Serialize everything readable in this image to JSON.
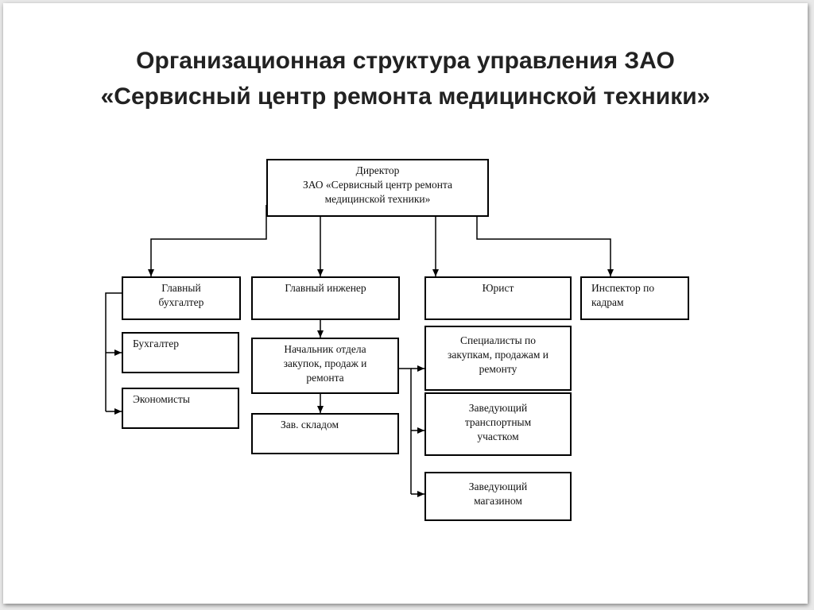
{
  "slide": {
    "title_line1": "Организационная структура управления ЗАО",
    "title_line2": "«Сервисный центр ремонта медицинской техники»"
  },
  "chart": {
    "director": "Директор\nЗАО «Сервисный центр ремонта\nмедицинской техники»",
    "chief_accountant": "Главный\nбухгалтер",
    "chief_engineer": "Главный инженер",
    "lawyer": "Юрист",
    "hr_inspector": "Инспектор по\nкадрам",
    "accountant": "Бухгалтер",
    "economists": "Экономисты",
    "procurement_head": "Начальник отдела\nзакупок, продаж и\nремонта",
    "warehouse_head": "Зав. складом",
    "specialists": "Специалисты по\nзакупкам, продажам  и\nремонту",
    "transport_head": "Заведующий\nтранспортным\nучастком",
    "store_head": "Заведующий\nмагазином"
  }
}
